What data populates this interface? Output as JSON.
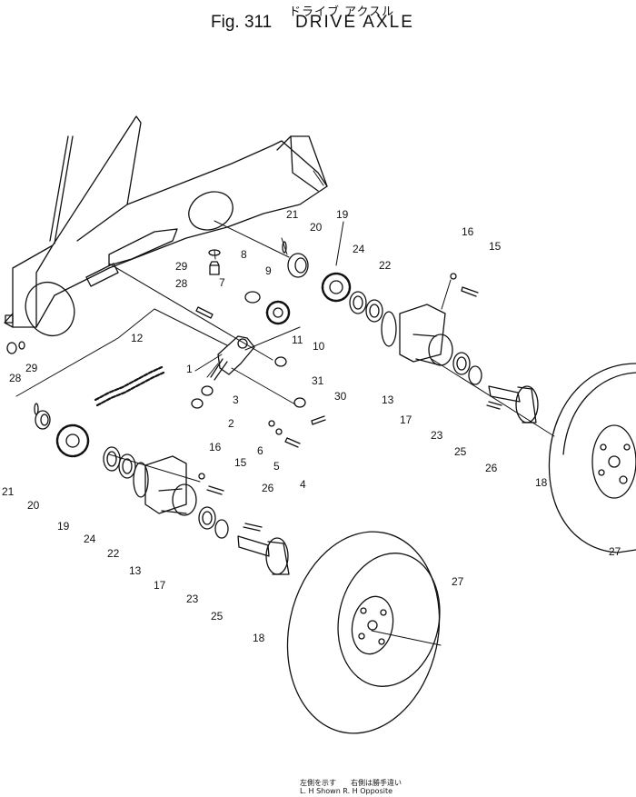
{
  "title": {
    "japanese": "ドライブ アクスル",
    "figure": "Fig. 311",
    "english": "DRIVE AXLE"
  },
  "footer_note": {
    "japanese": "左側を示す　　右側は勝手違い",
    "english": "L. H  Shown  R. H  Opposite"
  },
  "callouts": [
    {
      "id": "c1",
      "text": "1"
    },
    {
      "id": "c2",
      "text": "2"
    },
    {
      "id": "c3",
      "text": "3"
    },
    {
      "id": "c4",
      "text": "4"
    },
    {
      "id": "c5",
      "text": "5"
    },
    {
      "id": "c6",
      "text": "6"
    },
    {
      "id": "c7",
      "text": "7"
    },
    {
      "id": "c8",
      "text": "8"
    },
    {
      "id": "c9",
      "text": "9"
    },
    {
      "id": "c10",
      "text": "10"
    },
    {
      "id": "c11",
      "text": "11"
    },
    {
      "id": "c12",
      "text": "12"
    },
    {
      "id": "c13a",
      "text": "13"
    },
    {
      "id": "c13b",
      "text": "13"
    },
    {
      "id": "c15a",
      "text": "15"
    },
    {
      "id": "c15b",
      "text": "15"
    },
    {
      "id": "c16a",
      "text": "16"
    },
    {
      "id": "c16b",
      "text": "16"
    },
    {
      "id": "c17a",
      "text": "17"
    },
    {
      "id": "c17b",
      "text": "17"
    },
    {
      "id": "c18a",
      "text": "18"
    },
    {
      "id": "c18b",
      "text": "18"
    },
    {
      "id": "c19a",
      "text": "19"
    },
    {
      "id": "c19b",
      "text": "19"
    },
    {
      "id": "c20a",
      "text": "20"
    },
    {
      "id": "c20b",
      "text": "20"
    },
    {
      "id": "c21a",
      "text": "21"
    },
    {
      "id": "c21b",
      "text": "21"
    },
    {
      "id": "c22a",
      "text": "22"
    },
    {
      "id": "c22b",
      "text": "22"
    },
    {
      "id": "c23a",
      "text": "23"
    },
    {
      "id": "c23b",
      "text": "23"
    },
    {
      "id": "c24a",
      "text": "24"
    },
    {
      "id": "c24b",
      "text": "24"
    },
    {
      "id": "c25a",
      "text": "25"
    },
    {
      "id": "c25b",
      "text": "25"
    },
    {
      "id": "c26a",
      "text": "26"
    },
    {
      "id": "c26b",
      "text": "26"
    },
    {
      "id": "c27a",
      "text": "27"
    },
    {
      "id": "c27b",
      "text": "27"
    },
    {
      "id": "c28a",
      "text": "28"
    },
    {
      "id": "c28b",
      "text": "28"
    },
    {
      "id": "c29a",
      "text": "29"
    },
    {
      "id": "c29b",
      "text": "29"
    },
    {
      "id": "c30",
      "text": "30"
    },
    {
      "id": "c31",
      "text": "31"
    }
  ]
}
